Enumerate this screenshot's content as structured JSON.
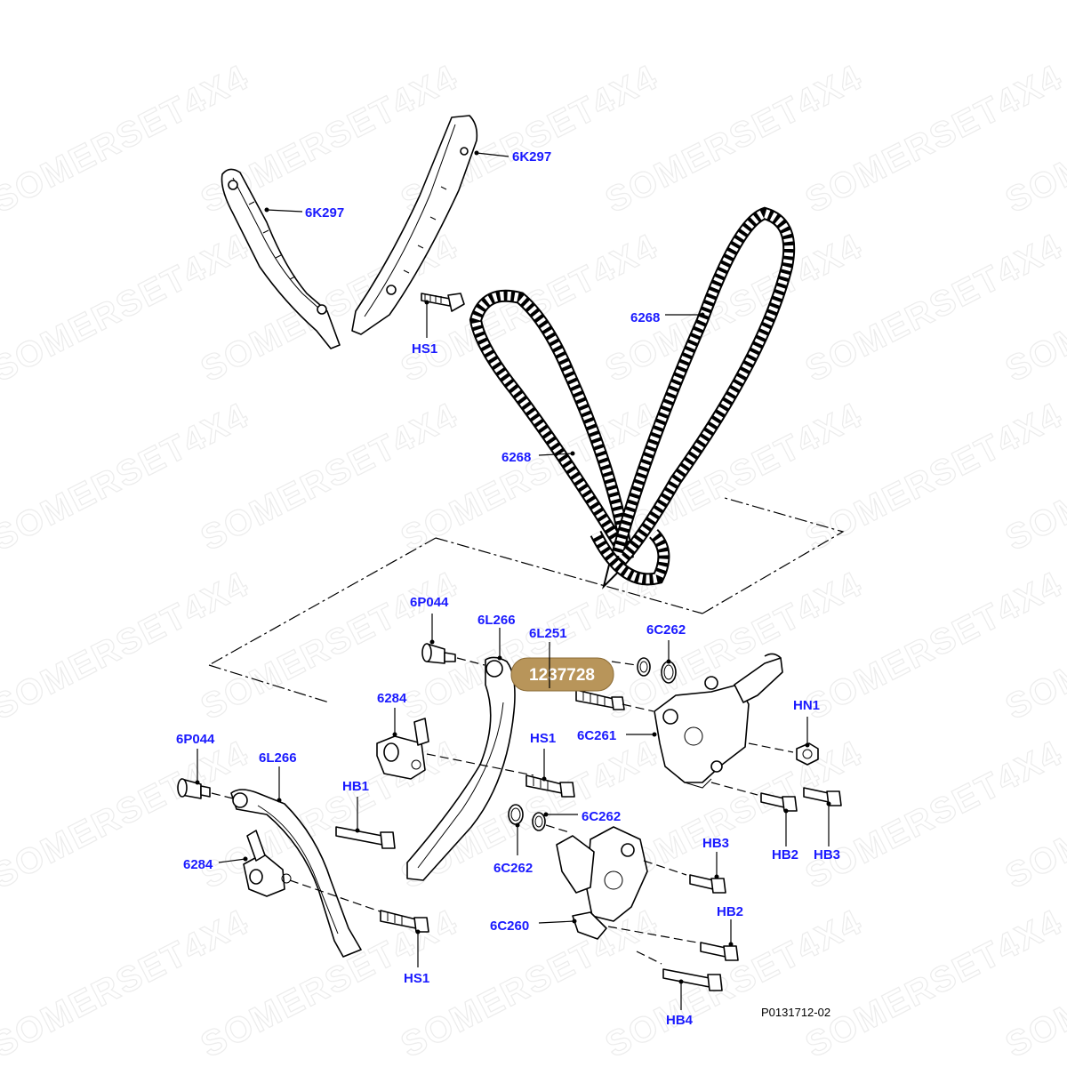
{
  "watermark": {
    "text": "SOMERSET4X4"
  },
  "reference_code": "P0131712-02",
  "colors": {
    "label": "#1a1aff",
    "highlight": "#b8955a",
    "lines": "#000000"
  },
  "highlight": {
    "label": "1237728"
  },
  "labels": {
    "guide_upper_left": "6K297",
    "guide_upper_right": "6K297",
    "bolt_hs1_top": "HS1",
    "chain_upper": "6268",
    "chain_lower": "6268",
    "pin_6p044_upper": "6P044",
    "guide_6l266_upper": "6L266",
    "part_6l251": "6L251",
    "seal_6c262_top": "6C262",
    "nut_hn1": "HN1",
    "tensioner_6284_upper": "6284",
    "bolt_hs1_mid": "HS1",
    "tensioner_body_6c261": "6C261",
    "pin_6p044_lower": "6P044",
    "guide_6l266_lower": "6L266",
    "bolt_hb1": "HB1",
    "seal_6c262_mid": "6C262",
    "seal_6c262_low": "6C262",
    "bolt_hb2_right": "HB2",
    "bolt_hb3_right": "HB3",
    "bolt_hb3_mid": "HB3",
    "tensioner_6284_lower": "6284",
    "bolt_hb2_low": "HB2",
    "tensioner_body_6c260": "6C260",
    "bolt_hs1_low": "HS1",
    "bolt_hb4": "HB4"
  }
}
